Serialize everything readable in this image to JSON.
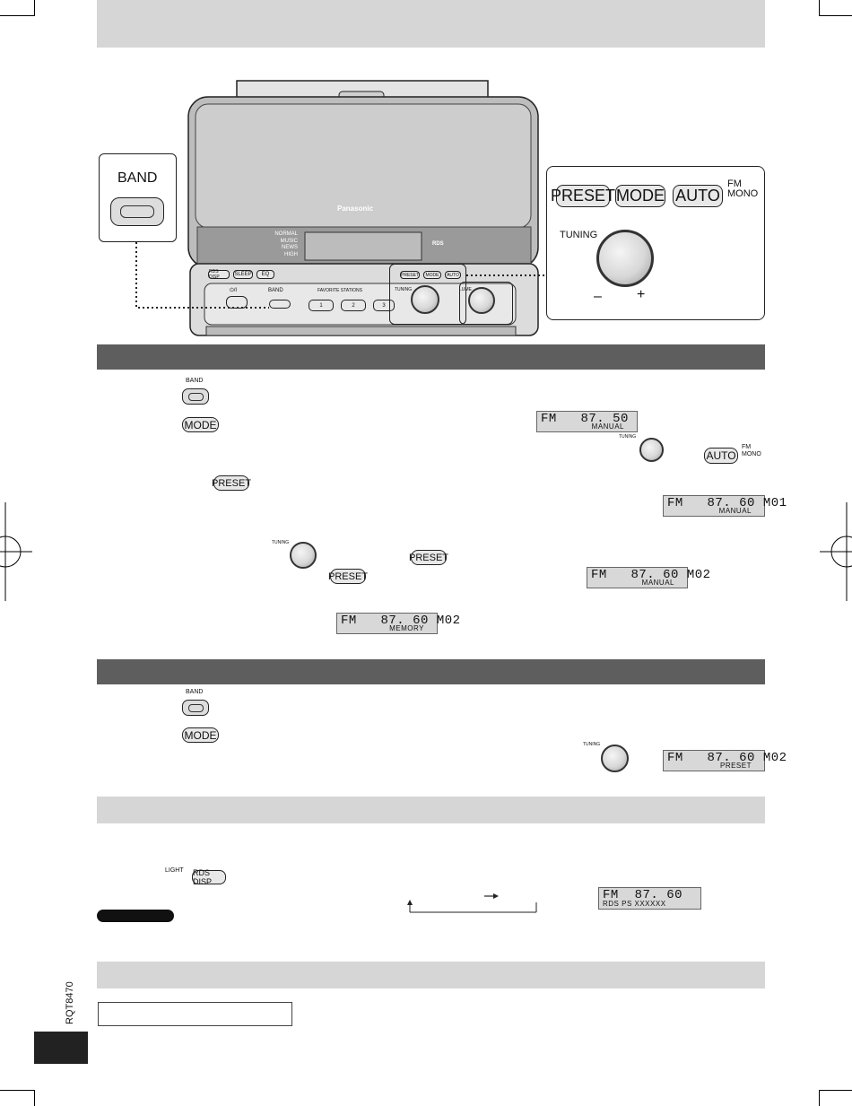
{
  "labels": {
    "band": "BAND",
    "mode": "MODE",
    "preset": "PRESET",
    "auto": "AUTO",
    "fm": "FM",
    "mono": "MONO",
    "tuning": "TUNING",
    "minus": "–",
    "plus": "+",
    "light": "LIGHT",
    "rds_disp": "RDS DISP",
    "sleep": "SLEEP",
    "eq": "EQ",
    "brand": "Panasonic",
    "rds_logo": "RDS",
    "favorite_stations": "FAVORITE STATIONS",
    "fav1": "1",
    "fav2": "2",
    "fav3": "3",
    "power": "⏻/I",
    "volume": "LUME"
  },
  "sound_modes": [
    "NORMAL",
    "MUSIC",
    "NEWS",
    "HIGH"
  ],
  "displays": {
    "d1": {
      "line1": "FM   87. 50",
      "line2": "MANUAL"
    },
    "d2": {
      "line1": "FM   87. 60 M01",
      "line2": "MANUAL"
    },
    "d3": {
      "line1": "FM   87. 60 M02",
      "line2": "MANUAL"
    },
    "d4": {
      "line1": "FM   87. 60 M02",
      "line2": "MEMORY"
    },
    "d5": {
      "line1": "FM   87. 60 M02",
      "line2": "PRESET"
    },
    "d6": {
      "line1": "FM  87. 60",
      "line2": "RDS  PS  XXXXXX"
    }
  },
  "side_code": "RQT8470",
  "colors": {
    "section_dark": "#5e5e5e",
    "section_light": "#d6d6d6",
    "lcd": "#d8d8d8"
  }
}
